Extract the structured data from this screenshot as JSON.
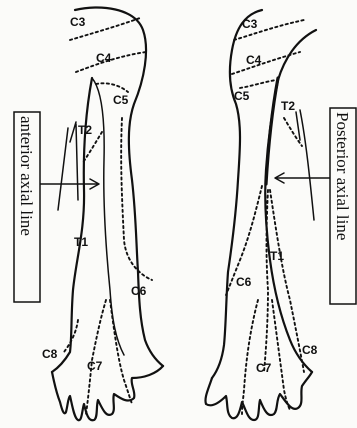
{
  "left_arm": {
    "dermatomes": {
      "c3": "C3",
      "c4": "C4",
      "c5": "C5",
      "t2": "T2",
      "t1": "T1",
      "c6": "C6",
      "c8": "C8",
      "c7": "C7"
    },
    "axial_label": "anterior axial line"
  },
  "right_arm": {
    "dermatomes": {
      "c3": "C3",
      "c4": "C4",
      "c5": "C5",
      "t2": "T2",
      "t1": "T1",
      "c6": "C6",
      "c8": "C8",
      "c7": "C7"
    },
    "axial_label": "Posterior axial line"
  }
}
